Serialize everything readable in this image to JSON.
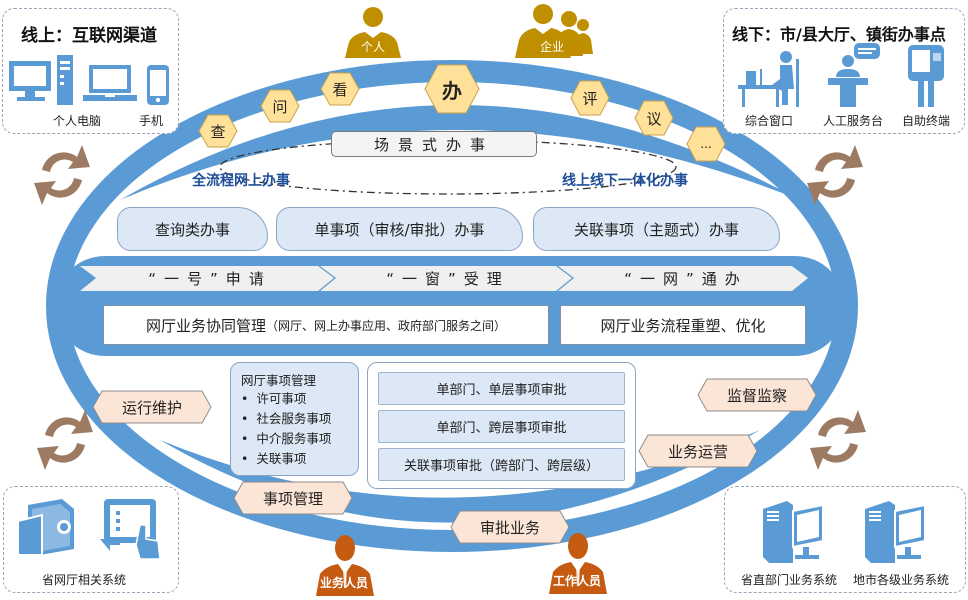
{
  "colors": {
    "ring_blue": "#5b9bd5",
    "hex_fill": "#ffe199",
    "hex_stroke": "#c9a24a",
    "gold_person": "#bf8f00",
    "orange_person": "#c55a11",
    "cycle_arrow": "#9c7b62",
    "pentagon_fill": "#fbe5d6",
    "light_blue_box": "#dce8f5",
    "title_blue": "#1f4e99"
  },
  "top_left_panel": {
    "title": "线上：互联网渠道",
    "devices": [
      {
        "icon": "desktop-computer-icon",
        "label": "个人电脑"
      },
      {
        "icon": "mobile-phone-icon",
        "label": "手机"
      }
    ]
  },
  "top_right_panel": {
    "title": "线下：市/县大厅、镇街办事点",
    "devices": [
      {
        "icon": "service-window-icon",
        "label": "综合窗口"
      },
      {
        "icon": "service-desk-icon",
        "label": "人工服务台"
      },
      {
        "icon": "self-service-terminal-icon",
        "label": "自助终端"
      }
    ]
  },
  "top_people": [
    {
      "icon": "person-icon",
      "label": "个人"
    },
    {
      "icon": "group-icon",
      "label": "企业"
    }
  ],
  "actions": [
    "查",
    "问",
    "看",
    "办",
    "评",
    "议",
    "..."
  ],
  "scene": {
    "title": "场景式办事",
    "left_label": "全流程网上办事",
    "right_label": "线上线下一体化办事"
  },
  "categories": [
    "查询类办事",
    "单事项（审核/审批）办事",
    "关联事项（主题式）办事"
  ],
  "flow_steps": [
    "“一号”申请",
    "“一窗”受理",
    "“一网”通办"
  ],
  "management": {
    "left_main": "网厅业务协同管理",
    "left_sub": "（网厅、网上办事应用、政府部门服务之间）",
    "right": "网厅业务流程重塑、优化"
  },
  "item_management": {
    "title": "网厅事项管理",
    "items": [
      "许可事项",
      "社会服务事项",
      "中介服务事项",
      "关联事项"
    ]
  },
  "approvals": [
    "单部门、单层事项审批",
    "单部门、跨层事项审批",
    "关联事项审批（跨部门、跨层级）"
  ],
  "ring_labels": {
    "operation": "运行维护",
    "item_mgmt": "事项管理",
    "approval": "审批业务",
    "supervision": "监督监察",
    "business_ops": "业务运营"
  },
  "bottom_people": [
    {
      "icon": "staff-person-icon",
      "label": "业务人员"
    },
    {
      "icon": "staff-person-icon",
      "label": "工作人员"
    }
  ],
  "bottom_left_panel": {
    "label": "省网厅相关系统",
    "icons": [
      "safe-box-icon",
      "touch-tablet-icon"
    ]
  },
  "bottom_right_panel": {
    "systems": [
      {
        "icon": "server-computer-icon",
        "label": "省直部门业务系统"
      },
      {
        "icon": "server-computer-icon",
        "label": "地市各级业务系统"
      }
    ]
  }
}
